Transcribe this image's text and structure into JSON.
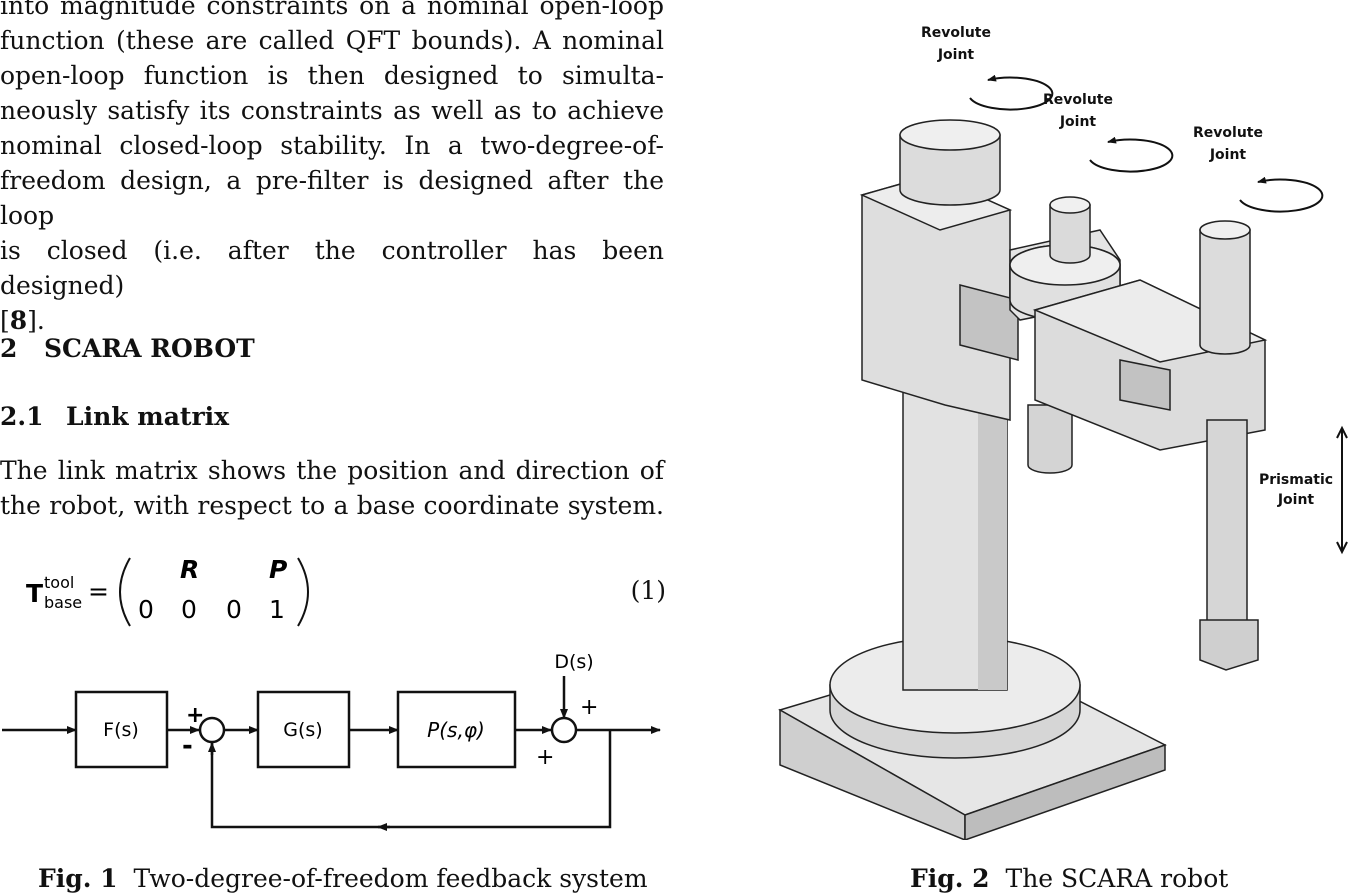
{
  "intro_lines": [
    "into magnitude constraints on a nominal open-loop",
    "function (these are called QFT bounds). A nominal",
    "open-loop function is then designed to simulta-",
    "neously satisfy its constraints as well as to achieve",
    "nominal closed-loop stability. In a two-degree-of-",
    "freedom design, a pre-filter is designed after the loop",
    "is closed (i.e. after the controller has been designed)"
  ],
  "intro_ref_open": "[",
  "intro_ref_num": "8",
  "intro_ref_close": "].",
  "section": {
    "number": "2",
    "title": "SCARA ROBOT"
  },
  "subsection": {
    "number": "2.1",
    "title": "Link matrix"
  },
  "link_text_lines": [
    "The link matrix shows the position and direction of",
    "the robot, with respect to a base coordinate system."
  ],
  "equation": {
    "symbol": "T",
    "superscript": "tool",
    "subscript": "base",
    "equals": "=",
    "row1": [
      "R",
      "P"
    ],
    "row2": [
      "0",
      "0",
      "0",
      "1"
    ],
    "number": "(1)"
  },
  "fig1": {
    "blocks": {
      "prefilter": "F(s)",
      "controller": "G(s)",
      "plant": "P(s,φ)"
    },
    "disturbance": "D(s)",
    "signs": {
      "sum1_plus": "+",
      "sum1_minus": "-",
      "sum2_top_plus": "+",
      "sum2_bottom_plus": "+"
    },
    "caption_label": "Fig. 1",
    "caption_text": "Two-degree-of-freedom feedback system"
  },
  "fig2": {
    "labels": {
      "revolute_1": [
        "Revolute",
        "Joint"
      ],
      "revolute_2": [
        "Revolute",
        "Joint"
      ],
      "revolute_3": [
        "Revolute",
        "Joint"
      ],
      "prismatic": [
        "Prismatic",
        "Joint"
      ]
    },
    "caption_label": "Fig. 2",
    "caption_text": "The SCARA robot"
  }
}
